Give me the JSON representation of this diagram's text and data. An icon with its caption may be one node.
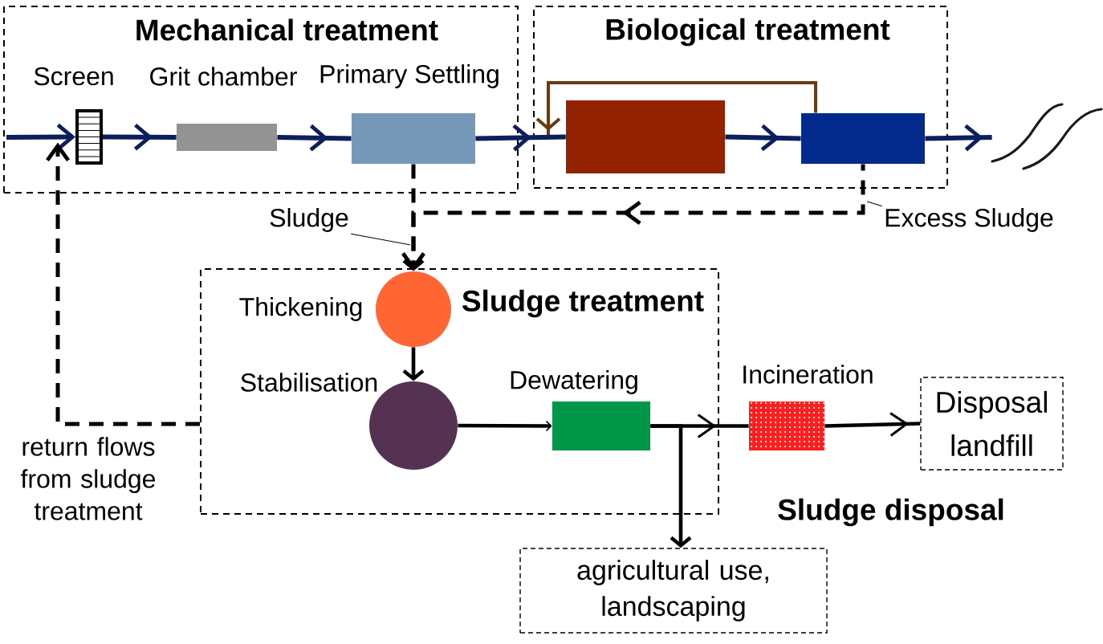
{
  "diagram": {
    "nodes": [
      {
        "text": [
          "Mechanical treatment"
        ]
      },
      {
        "text": [
          "Screen"
        ],
        "in": 0
      },
      {
        "text": [
          "Grit chamber"
        ],
        "in": 0
      },
      {
        "text": [
          "Primary Settling"
        ],
        "in": 0
      },
      {
        "text": [
          "Biological treatment"
        ]
      },
      {
        "text": [],
        "shape": "box",
        "in": 4
      },
      {
        "text": [],
        "shape": "box",
        "in": 4
      },
      {
        "text": [],
        "shape": "picture"
      },
      {
        "text": [
          "Sludge treatment"
        ]
      },
      {
        "text": [
          "Thickening"
        ],
        "in": 8
      },
      {
        "text": [
          "Stabilisation"
        ],
        "in": 8
      },
      {
        "text": [
          "Dewatering"
        ],
        "in": 8
      },
      {
        "text": [
          "Incineration"
        ]
      },
      {
        "text": [
          "Disposal landfill"
        ]
      },
      {
        "text": [
          "agricultural use, landscaping"
        ]
      },
      {
        "text": [
          "Sludge"
        ]
      },
      {
        "text": [
          "Excess Sludge"
        ]
      }
    ],
    "edges": [
      {
        "from": null,
        "to": 1,
        "arrow": "to",
        "color": "#0b1f5e"
      },
      {
        "from": 1,
        "to": 2,
        "arrow": "to",
        "color": "#0b1f5e"
      },
      {
        "from": 2,
        "to": 3,
        "arrow": "to",
        "color": "#0b1f5e"
      },
      {
        "from": 3,
        "to": 5,
        "arrow": "to",
        "color": "#0b1f5e"
      },
      {
        "from": 5,
        "to": 6,
        "arrow": "to",
        "color": "#0b1f5e"
      },
      {
        "from": 6,
        "to": 7,
        "arrow": "to",
        "color": "#0b1f5e"
      },
      {
        "from": 6,
        "to": 5,
        "arrow": "to",
        "color": "#6b3a0e"
      },
      {
        "from": 3,
        "to": 9,
        "arrow": "to",
        "style": "dashed"
      },
      {
        "from": 6,
        "to": 9,
        "arrow": "to",
        "style": "dashed"
      },
      {
        "from": 9,
        "to": 10,
        "arrow": "to"
      },
      {
        "from": 10,
        "to": 11,
        "arrow": "to"
      },
      {
        "from": 11,
        "to": 12,
        "arrow": "to"
      },
      {
        "from": 11,
        "to": 14,
        "arrow": "to"
      },
      {
        "from": 12,
        "to": 13,
        "arrow": "to"
      },
      {
        "from": 8,
        "to": 1,
        "arrow": "to",
        "style": "dashed",
        "label": "return flows from sludge treatment"
      },
      {
        "from": 15,
        "to": null,
        "arrow": "none"
      },
      {
        "from": 16,
        "to": null,
        "arrow": "none"
      }
    ],
    "labels": [
      "Sludge disposal"
    ]
  }
}
